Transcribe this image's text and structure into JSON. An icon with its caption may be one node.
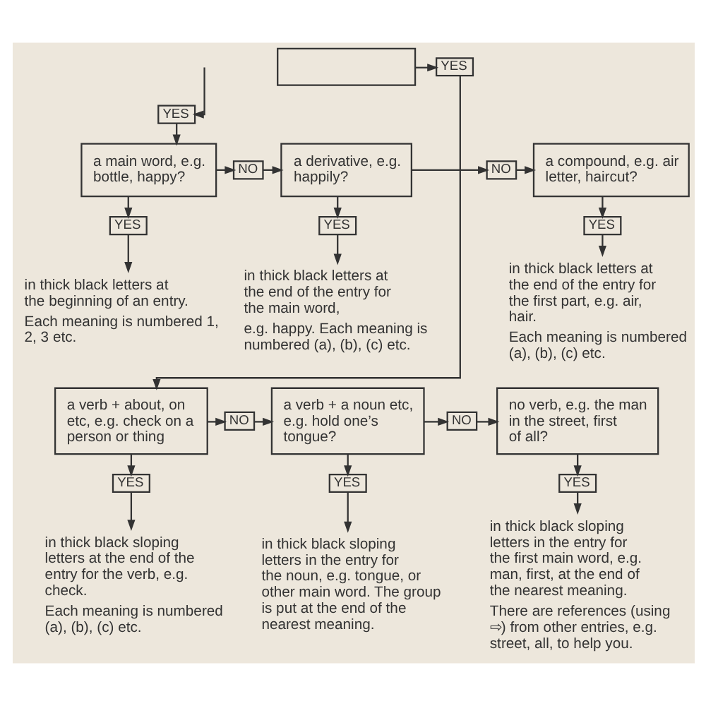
{
  "diagram": {
    "nodes": [
      {
        "text": [
          "YES"
        ]
      },
      {
        "text": [],
        "shape": "box"
      },
      {
        "text": [
          "YES"
        ]
      },
      {
        "text": [
          "a main word, e.g. bottle, happy?"
        ]
      },
      {
        "text": [
          "NO"
        ]
      },
      {
        "text": [
          "a derivative, e.g. happily?"
        ]
      },
      {
        "text": [
          "NO"
        ]
      },
      {
        "text": [
          "a compound, e.g. air letter, haircut?"
        ]
      },
      {
        "text": [
          "YES"
        ]
      },
      {
        "text": [
          "YES"
        ]
      },
      {
        "text": [
          "YES"
        ]
      },
      {
        "text": [
          "in thick black letters at the beginning of an entry.",
          "Each meaning is numbered 1, 2, 3 etc."
        ]
      },
      {
        "text": [
          "in thick black letters at the end of the entry for the main word,",
          "e.g. happy. Each meaning is numbered (a), (b), (c) etc."
        ]
      },
      {
        "text": [
          "in thick black letters at the end of the entry for the first part, e.g. air, hair.",
          "Each meaning is numbered (a), (b), (c) etc."
        ]
      },
      {
        "text": [
          "a verb + about, on etc, e.g. check on a person or thing"
        ]
      },
      {
        "text": [
          "NO"
        ]
      },
      {
        "text": [
          "a verb + a noun etc, e.g. hold one’s tongue?"
        ]
      },
      {
        "text": [
          "NO"
        ]
      },
      {
        "text": [
          "no verb, e.g. the man in the street, first of all?"
        ]
      },
      {
        "text": [
          "YES"
        ]
      },
      {
        "text": [
          "YES"
        ]
      },
      {
        "text": [
          "YES"
        ]
      },
      {
        "text": [
          "in thick black sloping letters at the end of the entry for the verb, e.g. check.",
          "Each meaning is numbered (a), (b), (c) etc."
        ]
      },
      {
        "text": [
          "in thick black sloping letters in the entry for the noun, e.g. tongue, or other main word. The group is put at the end of the nearest meaning."
        ]
      },
      {
        "text": [
          "in thick black sloping letters in the entry for the first main word, e.g. man, first, at the end of the nearest meaning.",
          "There are references (using ⇨) from other entries, e.g. street, all, to help you."
        ]
      }
    ],
    "edges": [
      {
        "from": null,
        "to": 0,
        "arrow": "to"
      },
      {
        "from": 0,
        "to": 3,
        "arrow": "to"
      },
      {
        "from": 1,
        "to": 2,
        "arrow": "to"
      },
      {
        "from": 2,
        "to": 14,
        "arrow": "to"
      },
      {
        "from": 3,
        "to": 4,
        "arrow": "to"
      },
      {
        "from": 4,
        "to": 5,
        "arrow": "to"
      },
      {
        "from": 5,
        "to": 6,
        "arrow": "to"
      },
      {
        "from": 6,
        "to": 7,
        "arrow": "to"
      },
      {
        "from": 3,
        "to": 8,
        "arrow": "to"
      },
      {
        "from": 8,
        "to": 11,
        "arrow": "to"
      },
      {
        "from": 5,
        "to": 9,
        "arrow": "to"
      },
      {
        "from": 9,
        "to": 12,
        "arrow": "to"
      },
      {
        "from": 7,
        "to": 10,
        "arrow": "to"
      },
      {
        "from": 10,
        "to": 13,
        "arrow": "to"
      },
      {
        "from": 14,
        "to": 15,
        "arrow": "to"
      },
      {
        "from": 15,
        "to": 16,
        "arrow": "to"
      },
      {
        "from": 16,
        "to": 17,
        "arrow": "to"
      },
      {
        "from": 17,
        "to": 18,
        "arrow": "to"
      },
      {
        "from": 14,
        "to": 19,
        "arrow": "to"
      },
      {
        "from": 19,
        "to": 22,
        "arrow": "to"
      },
      {
        "from": 16,
        "to": 20,
        "arrow": "to"
      },
      {
        "from": 20,
        "to": 23,
        "arrow": "to"
      },
      {
        "from": 18,
        "to": 21,
        "arrow": "to"
      },
      {
        "from": 21,
        "to": 24,
        "arrow": "to"
      }
    ]
  }
}
